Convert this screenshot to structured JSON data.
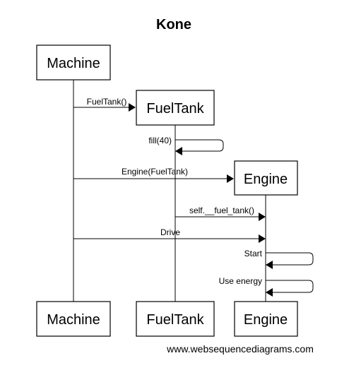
{
  "title": "Kone",
  "participants": [
    {
      "id": "machine",
      "label": "Machine"
    },
    {
      "id": "fueltank",
      "label": "FuelTank"
    },
    {
      "id": "engine",
      "label": "Engine"
    }
  ],
  "messages": [
    {
      "from": "machine",
      "to": "fueltank",
      "label": "FuelTank()",
      "kind": "create"
    },
    {
      "from": "fueltank",
      "to": "fueltank",
      "label": "fill(40)",
      "kind": "self"
    },
    {
      "from": "machine",
      "to": "engine",
      "label": "Engine(FuelTank)",
      "kind": "create"
    },
    {
      "from": "fueltank",
      "to": "engine",
      "label": "self.__fuel_tank()",
      "kind": "call"
    },
    {
      "from": "machine",
      "to": "engine",
      "label": "Drive",
      "kind": "call"
    },
    {
      "from": "engine",
      "to": "engine",
      "label": "Start",
      "kind": "self"
    },
    {
      "from": "engine",
      "to": "engine",
      "label": "Use energy",
      "kind": "self"
    }
  ],
  "footer": "www.websequencediagrams.com"
}
